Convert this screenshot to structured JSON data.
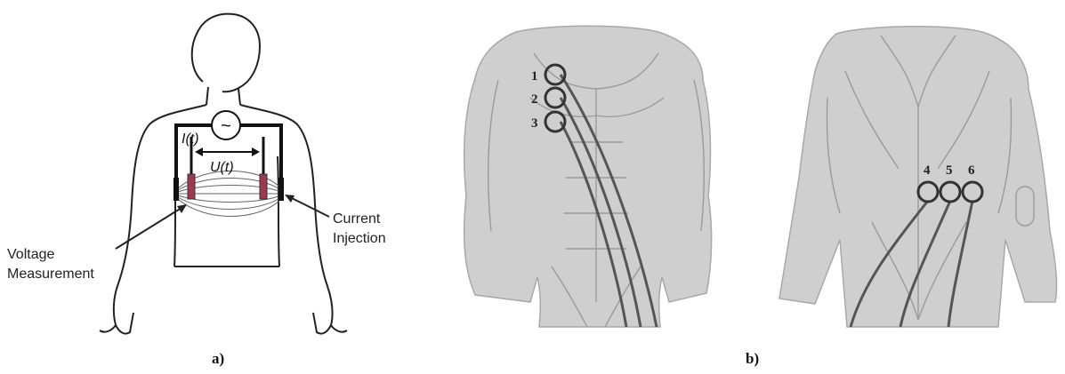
{
  "panel_a": {
    "source_symbol": "~",
    "current_label": "I(t)",
    "voltage_label": "U(t)",
    "current_injection_line1": "Current",
    "current_injection_line2": "Injection",
    "voltage_measurement_line1": "Voltage",
    "voltage_measurement_line2": "Measurement",
    "caption": "a)",
    "colors": {
      "outline": "#222222",
      "electrode": "#9c3a52",
      "field": "#555555"
    }
  },
  "panel_b": {
    "front_electrodes": [
      "1",
      "2",
      "3"
    ],
    "back_electrodes": [
      "4",
      "5",
      "6"
    ],
    "caption": "b)",
    "colors": {
      "body": "#cdcdcd",
      "muscle": "#9a9a9a",
      "electrode": "#333333",
      "cable": "#555555"
    }
  }
}
